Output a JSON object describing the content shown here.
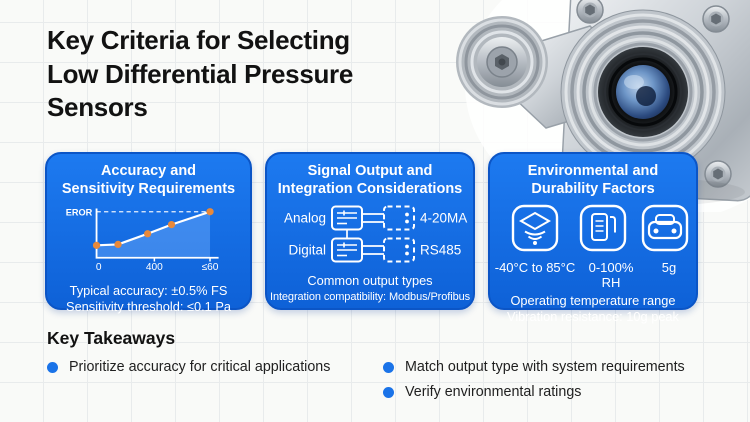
{
  "page": {
    "title_lines": [
      "Key Criteria for Selecting",
      "Low Differential Pressure",
      "Sensors"
    ]
  },
  "cards": [
    {
      "title_lines": [
        "Accuracy and",
        "Sensitivity Requirements"
      ],
      "body_lines": [
        "Typical accuracy: ±0.5% FS",
        "Sensitivity threshold: ≤0.1 Pa"
      ]
    },
    {
      "title_lines": [
        "Signal Output and",
        "Integration Considerations"
      ],
      "signal_rows": [
        {
          "label": "Analog",
          "output": "4-20MA"
        },
        {
          "label": "Digital",
          "output": "RS485"
        }
      ],
      "body_lines": [
        "Common output types",
        "Integration compatibility: Modbus/Profibus"
      ]
    },
    {
      "title_lines": [
        "Environmental and",
        "Durability Factors"
      ],
      "spec_icons": [
        {
          "icon": "layers-stack-icon",
          "label": "-40°C to 85°C"
        },
        {
          "icon": "humidity-sheet-icon",
          "label": "0-100% RH"
        },
        {
          "icon": "vibration-mount-icon",
          "label": "5g"
        }
      ],
      "body_lines": [
        "Operating temperature range",
        "Vibration resistance: 10g peak"
      ]
    }
  ],
  "chart_data": {
    "type": "line",
    "title": "",
    "ylabel": "EROR",
    "xlabel": "",
    "x_tick_labels": [
      "0",
      "400",
      "≤60"
    ],
    "points_norm": [
      [
        0,
        0.27
      ],
      [
        0.19,
        0.29
      ],
      [
        0.45,
        0.52
      ],
      [
        0.66,
        0.72
      ],
      [
        1,
        1
      ]
    ],
    "dashed_reference_at": 1,
    "area_fill": true,
    "grid": false,
    "legend": "none"
  },
  "takeaways": {
    "heading": "Key Takeaways",
    "left_items": [
      "Prioritize accuracy for critical applications"
    ],
    "right_items": [
      "Match output type with system requirements",
      "Verify environmental ratings"
    ]
  },
  "colors": {
    "bg": "#f9faf8",
    "grid_line": "#e8ebec",
    "title_ink": "#121212",
    "card_top": "#1d7af0",
    "card_bottom": "#0e61d7",
    "card_border": "#0b55c6",
    "accent": "#1a73e8",
    "marker_orange": "#e8893b",
    "chart_area_fill": "rgba(130,185,255,0.38)"
  }
}
